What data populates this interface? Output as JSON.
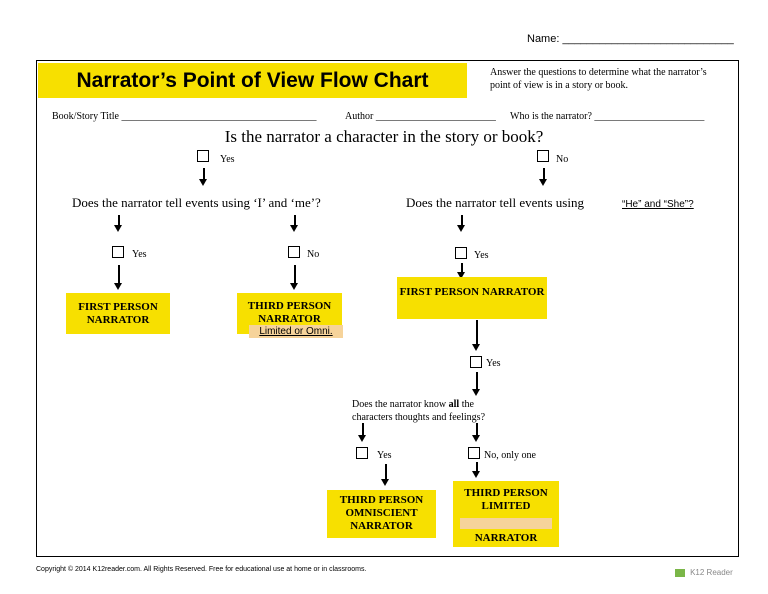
{
  "header": {
    "name_label": "Name: ____________________________"
  },
  "title": "Narrator’s Point of View Flow Chart",
  "instructions": "Answer the questions to determine what the narrator’s point of view is in a story or book.",
  "fields": {
    "book_title": "Book/Story Title _______________________________________",
    "author": "Author ________________________",
    "narrator": "Who is the narrator? ______________________"
  },
  "main_question": "Is the narrator a character in the story or book?",
  "options": {
    "yes": "Yes",
    "no": "No",
    "no_only_one": "No, only one"
  },
  "left_question": "Does the narrator tell events using ‘I’ and ‘me’?",
  "right_question": "Does the narrator tell events using",
  "right_question_answer": "“He” and “She”?",
  "results": {
    "first_person_left": "FIRST PERSON NARRATOR",
    "third_person_left": "THIRD PERSON NARRATOR",
    "third_person_left_note": "Limited or Omni.",
    "first_person_right": "FIRST PERSON NARRATOR",
    "third_omniscient": "THIRD PERSON OMNISCIENT NARRATOR",
    "third_limited_top": "THIRD PERSON LIMITED",
    "third_limited_bottom": "NARRATOR"
  },
  "knows_question_1": "Does the narrator know",
  "knows_question_bold": "all",
  "knows_question_2": "the",
  "knows_question_3": "characters thoughts and feelings?",
  "footer": {
    "copyright": "Copyright © 2014 K12reader.com. All Rights Reserved. Free for educational use at home or in classrooms.",
    "logo": "K12 Reader"
  },
  "colors": {
    "highlight": "#f7e000",
    "note_fill": "#f6d39a"
  }
}
